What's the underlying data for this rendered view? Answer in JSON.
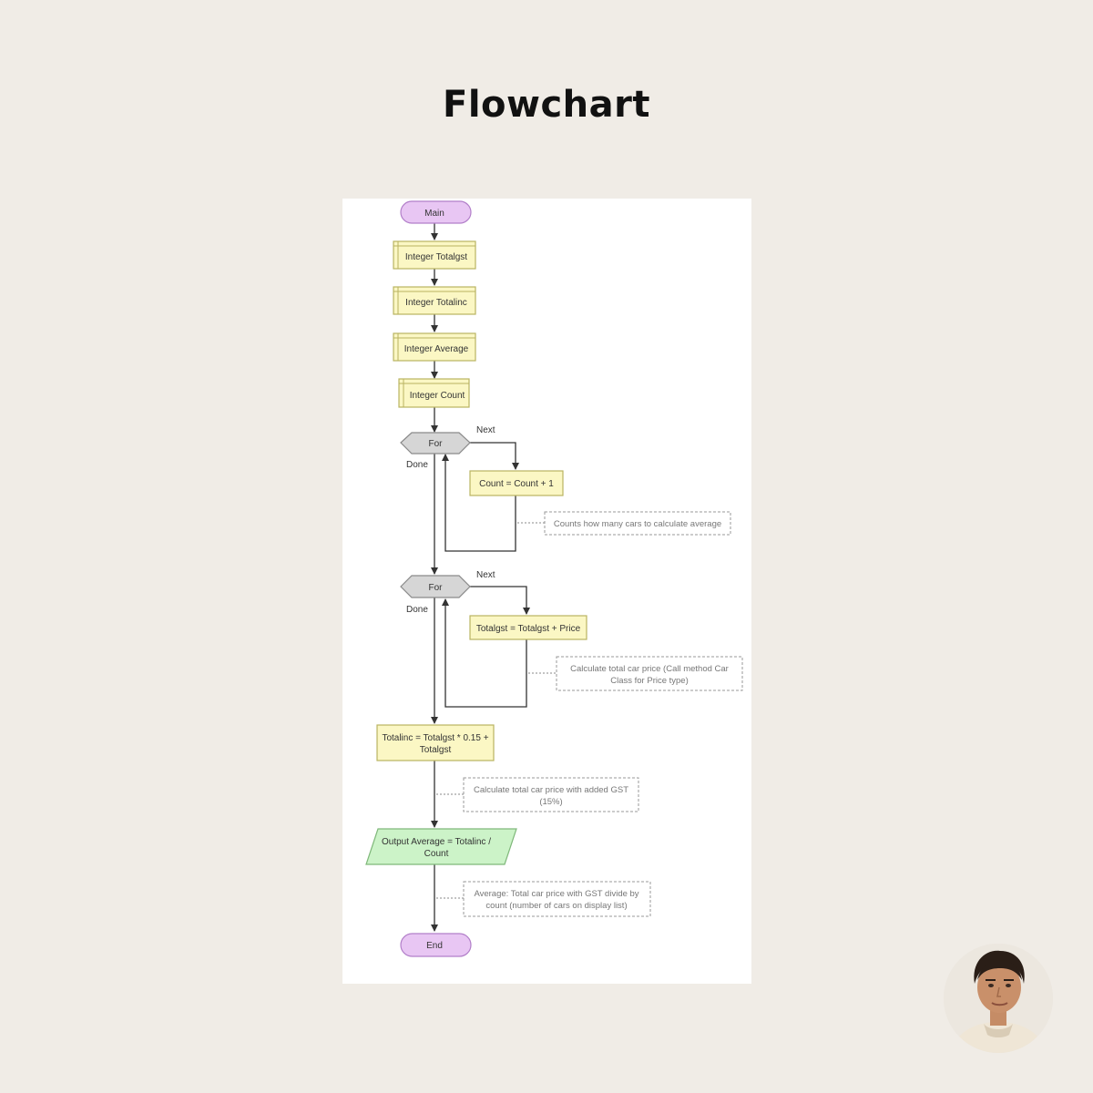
{
  "header": {
    "title": "Flowchart"
  },
  "flowchart": {
    "start": "Main",
    "declarations": [
      "Integer Totalgst",
      "Integer Totalinc",
      "Integer Average",
      "Integer Count"
    ],
    "loop1": {
      "label": "For",
      "next": "Next",
      "done": "Done",
      "body": "Count = Count + 1",
      "comment": "Counts how many cars to calculate average"
    },
    "loop2": {
      "label": "For",
      "next": "Next",
      "done": "Done",
      "body": "Totalgst = Totalgst + Price",
      "comment_line1": "Calculate total car price (Call method Car",
      "comment_line2": "Class for Price type)"
    },
    "assign": {
      "line1": "Totalinc = Totalgst * 0.15 +",
      "line2": "Totalgst"
    },
    "assign_comment": {
      "line1": "Calculate total car price with added GST",
      "line2": "(15%)"
    },
    "output": {
      "line1": "Output Average = Totalinc /",
      "line2": "Count"
    },
    "output_comment": {
      "line1": "Average: Total car price with GST divide by",
      "line2": "count (number of cars on display list)"
    },
    "end": "End"
  },
  "colors": {
    "terminal_fill": "#e8c6f3",
    "terminal_stroke": "#b27fc9",
    "process_fill": "#fbf7c4",
    "process_stroke": "#b9b361",
    "loop_fill": "#d6d6d6",
    "loop_stroke": "#8a8a8a",
    "output_fill": "#ccf3c8",
    "output_stroke": "#7fb87a",
    "comment_stroke": "#9a9a9a"
  }
}
